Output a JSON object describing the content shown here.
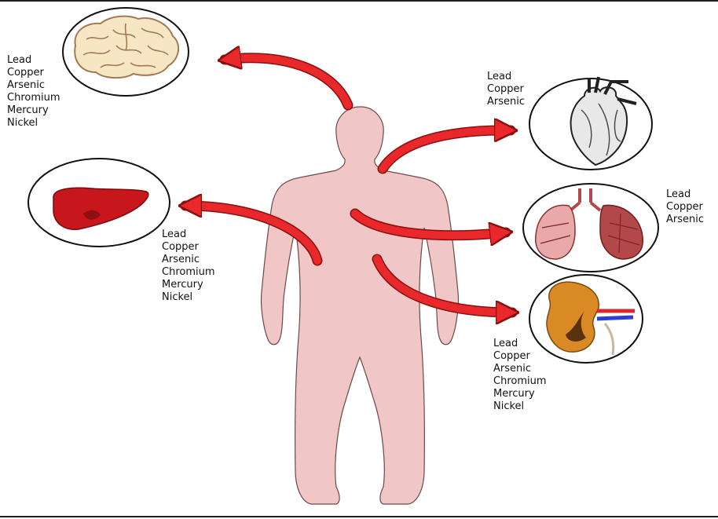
{
  "organs": {
    "brain": {
      "metals": [
        "Lead",
        "Copper",
        "Arsenic",
        "Chromium",
        "Mercury",
        "Nickel"
      ]
    },
    "liver": {
      "metals": [
        "Lead",
        "Copper",
        "Arsenic",
        "Chromium",
        "Mercury",
        "Nickel"
      ]
    },
    "heart": {
      "metals": [
        "Lead",
        "Copper",
        "Arsenic"
      ]
    },
    "lungs": {
      "metals": [
        "Lead",
        "Copper",
        "Arsenic"
      ]
    },
    "kidney": {
      "metals": [
        "Lead",
        "Copper",
        "Arsenic",
        "Chromium",
        "Mercury",
        "Nickel"
      ]
    }
  },
  "colors": {
    "body": "#f0c7c6",
    "body_outline": "#6b4a4a",
    "arrow": "#e8282a",
    "arrow_outline": "#8a1010",
    "liver": "#c8171c",
    "kidney": "#d98a25",
    "lung": "#b3484a",
    "brain": "#f7e6c4"
  },
  "icons": [
    "brain-icon",
    "heart-icon",
    "lungs-icon",
    "liver-icon",
    "kidney-icon",
    "human-body-silhouette"
  ]
}
